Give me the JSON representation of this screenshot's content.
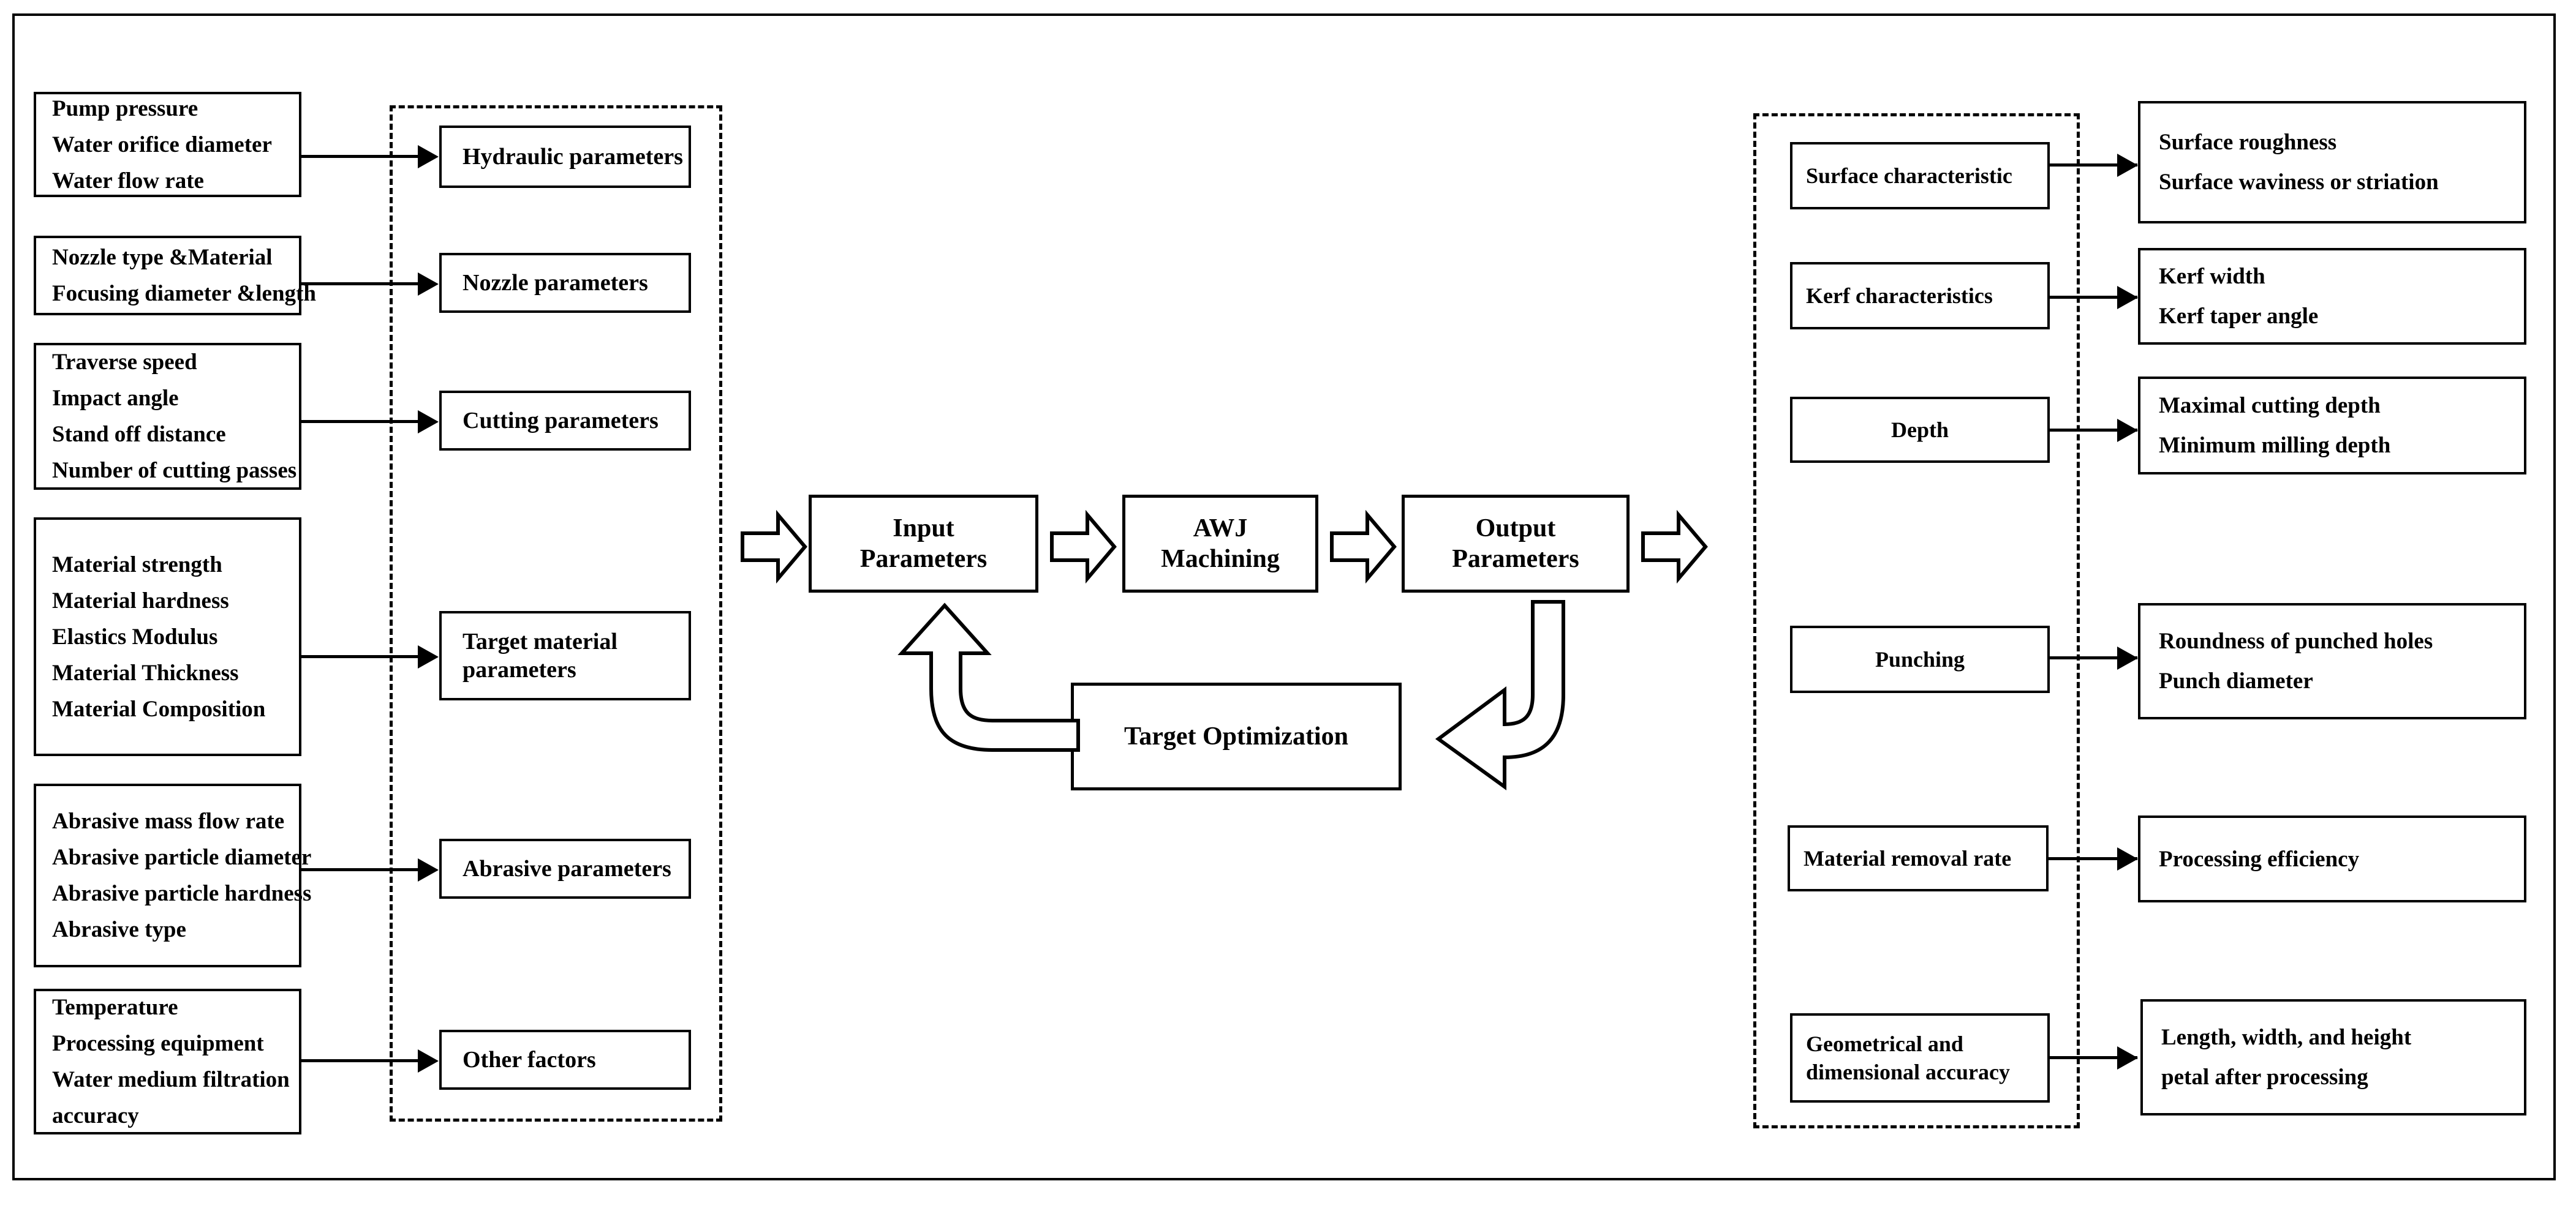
{
  "diagram": {
    "title": "AWJ Machining Input / Output Parameter Flow",
    "colors": {
      "stroke": "#000000",
      "background": "#ffffff"
    }
  },
  "input_details": [
    {
      "lines": [
        "Pump  pressure",
        "Water orifice diameter",
        "Water flow rate"
      ]
    },
    {
      "lines": [
        "Nozzle type &Material",
        "Focusing diameter &length"
      ]
    },
    {
      "lines": [
        "Traverse speed",
        "Impact angle",
        "Stand off distance",
        "Number  of cutting passes"
      ]
    },
    {
      "lines": [
        "Material strength",
        "Material hardness",
        "Elastics Modulus",
        "Material Thickness",
        "Material Composition"
      ]
    },
    {
      "lines": [
        "Abrasive mass flow rate",
        "Abrasive particle diameter",
        "Abrasive particle hardness",
        "Abrasive type"
      ]
    },
    {
      "lines": [
        "Temperature",
        "Processing equipment",
        "Water medium  filtration",
        "  accuracy"
      ]
    }
  ],
  "input_categories": [
    {
      "lines": [
        "Hydraulic parameters"
      ]
    },
    {
      "lines": [
        "Nozzle parameters"
      ]
    },
    {
      "lines": [
        "Cutting parameters"
      ]
    },
    {
      "lines": [
        "Target material",
        "parameters"
      ]
    },
    {
      "lines": [
        "Abrasive parameters"
      ]
    },
    {
      "lines": [
        "Other factors"
      ]
    }
  ],
  "process": {
    "input": {
      "lines": [
        "Input",
        "Parameters"
      ]
    },
    "machining": {
      "lines": [
        "AWJ",
        "Machining"
      ]
    },
    "output": {
      "lines": [
        "Output",
        "Parameters"
      ]
    },
    "optimization": {
      "lines": [
        "Target Optimization"
      ]
    }
  },
  "output_categories": [
    {
      "lines": [
        "Surface characteristic"
      ]
    },
    {
      "lines": [
        "Kerf characteristics"
      ]
    },
    {
      "lines": [
        "Depth"
      ]
    },
    {
      "lines": [
        "Punching"
      ]
    },
    {
      "lines": [
        "Material removal rate"
      ]
    },
    {
      "lines": [
        "Geometrical and",
        "dimensional accuracy"
      ]
    }
  ],
  "output_details": [
    {
      "lines": [
        "Surface roughness",
        "Surface waviness or striation"
      ]
    },
    {
      "lines": [
        "Kerf width",
        "Kerf taper angle"
      ]
    },
    {
      "lines": [
        "Maximal cutting depth",
        "Minimum milling depth"
      ]
    },
    {
      "lines": [
        "Roundness of punched holes",
        "Punch  diameter"
      ]
    },
    {
      "lines": [
        "Processing efficiency"
      ]
    },
    {
      "lines": [
        "Length,  width,  and  height",
        "petal after processing"
      ]
    }
  ]
}
